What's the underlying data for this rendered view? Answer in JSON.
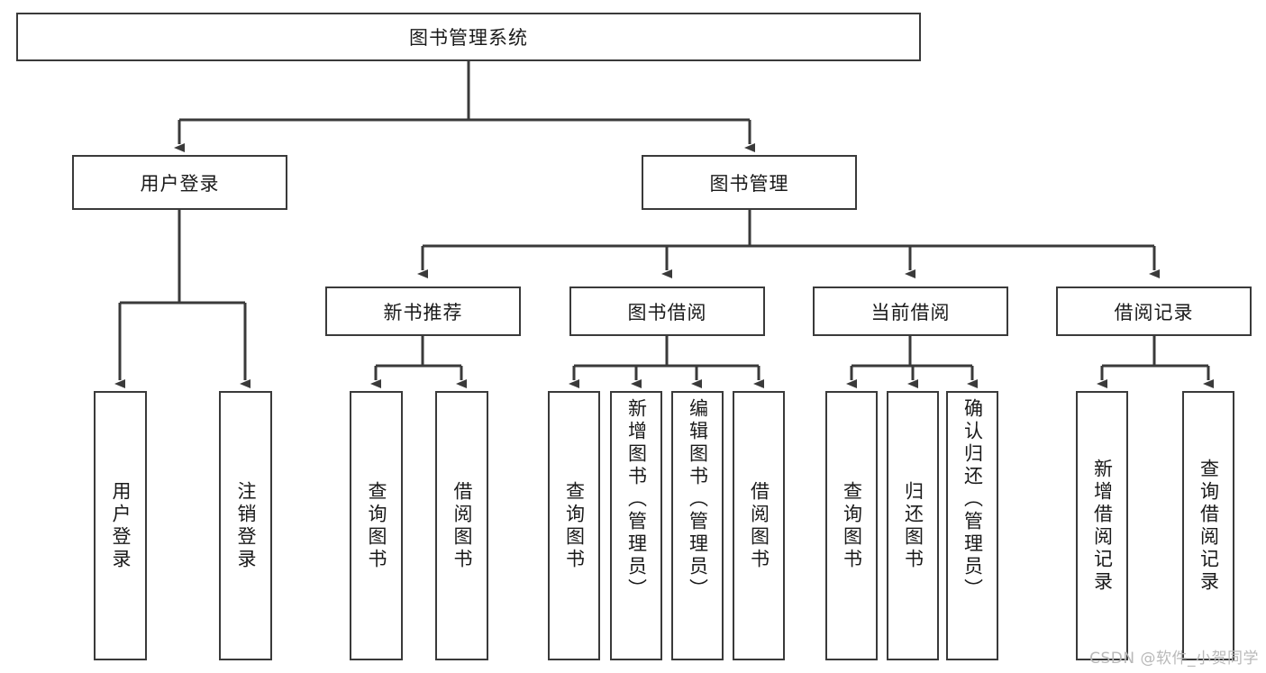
{
  "diagram": {
    "type": "tree-hierarchy-chart",
    "title": "图书管理系统",
    "colors": {
      "box_border": "#3a3a3a",
      "box_fill": "#ffffff",
      "connector": "#3a3a3a",
      "text": "#1a1a1a",
      "watermark": "#b9b9b9",
      "background": "#ffffff"
    },
    "levels": {
      "root": {
        "label": "图书管理系统"
      },
      "level2": [
        {
          "label": "用户登录"
        },
        {
          "label": "图书管理"
        }
      ],
      "level3": [
        {
          "label": "新书推荐"
        },
        {
          "label": "图书借阅"
        },
        {
          "label": "当前借阅"
        },
        {
          "label": "借阅记录"
        }
      ],
      "leaves": [
        {
          "label": "用户登录",
          "parent": "用户登录"
        },
        {
          "label": "注销登录",
          "parent": "用户登录"
        },
        {
          "label": "查询图书",
          "parent": "新书推荐"
        },
        {
          "label": "借阅图书",
          "parent": "新书推荐"
        },
        {
          "label": "查询图书",
          "parent": "图书借阅"
        },
        {
          "label": "新增图书（管理员）",
          "parent": "图书借阅"
        },
        {
          "label": "编辑图书（管理员）",
          "parent": "图书借阅"
        },
        {
          "label": "借阅图书",
          "parent": "图书借阅"
        },
        {
          "label": "查询图书",
          "parent": "当前借阅"
        },
        {
          "label": "归还图书",
          "parent": "当前借阅"
        },
        {
          "label": "确认归还（管理员）",
          "parent": "当前借阅"
        },
        {
          "label": "新增借阅记录",
          "parent": "借阅记录"
        },
        {
          "label": "查询借阅记录",
          "parent": "借阅记录"
        }
      ]
    }
  },
  "watermark": {
    "text": "CSDN @软件_小贺同学"
  }
}
